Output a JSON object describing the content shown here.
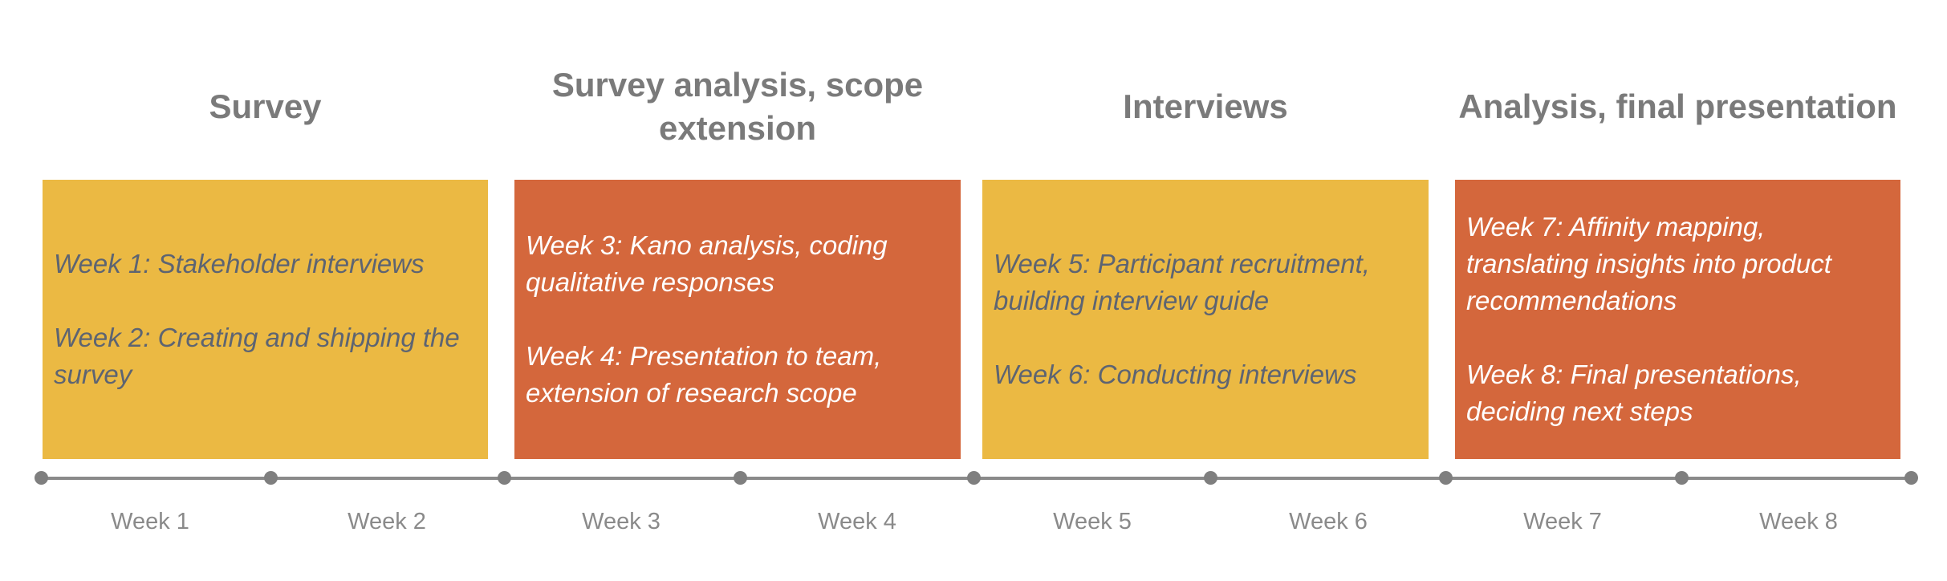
{
  "colors": {
    "yellow": "#EBB943",
    "orange": "#D4673C"
  },
  "phases": [
    {
      "title": "Survey",
      "color": "yellow",
      "items": [
        "Week 1: Stakeholder interviews",
        "Week 2: Creating and shipping the survey"
      ]
    },
    {
      "title": "Survey analysis, scope extension",
      "color": "orange",
      "items": [
        "Week 3: Kano analysis, coding qualitative responses",
        "Week 4: Presentation to team, extension of research scope"
      ]
    },
    {
      "title": "Interviews",
      "color": "yellow",
      "items": [
        "Week 5: Participant recruitment, building interview guide",
        "Week 6: Conducting interviews"
      ]
    },
    {
      "title": "Analysis, final presentation",
      "color": "orange",
      "items": [
        "Week 7: Affinity mapping, translating insights into product recommendations",
        "Week 8: Final presentations, deciding next steps"
      ]
    }
  ],
  "timeline": {
    "labels": [
      "Week 1",
      "Week 2",
      "Week 3",
      "Week 4",
      "Week 5",
      "Week 6",
      "Week 7",
      "Week 8"
    ]
  }
}
